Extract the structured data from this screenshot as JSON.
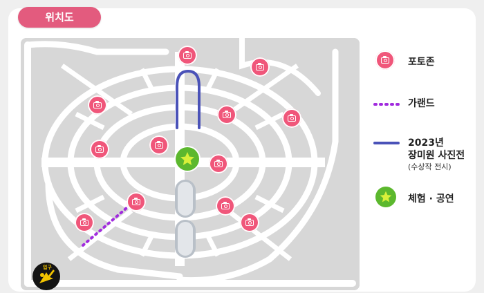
{
  "title": "위치도",
  "colors": {
    "photo_zone": "#f0567a",
    "garland": "#a12bde",
    "exhibition": "#4a52b8",
    "experience": "#5cb82e",
    "title_pill": "#e35b7e",
    "entrance": "#f2c400"
  },
  "legend": {
    "photo_zone": {
      "icon": "camera-icon",
      "label": "포토존"
    },
    "garland": {
      "icon": "dotted-line",
      "label": "가랜드"
    },
    "exhibition": {
      "icon": "blue-line",
      "label_year": "2023년",
      "label_main": "장미원 사진전",
      "label_sub": "(수상작 전시)"
    },
    "experience": {
      "icon": "star-icon",
      "label": "체험 · 공연"
    }
  },
  "map": {
    "entrance_label": "입구",
    "entrance_icon": "arrow-icon"
  }
}
